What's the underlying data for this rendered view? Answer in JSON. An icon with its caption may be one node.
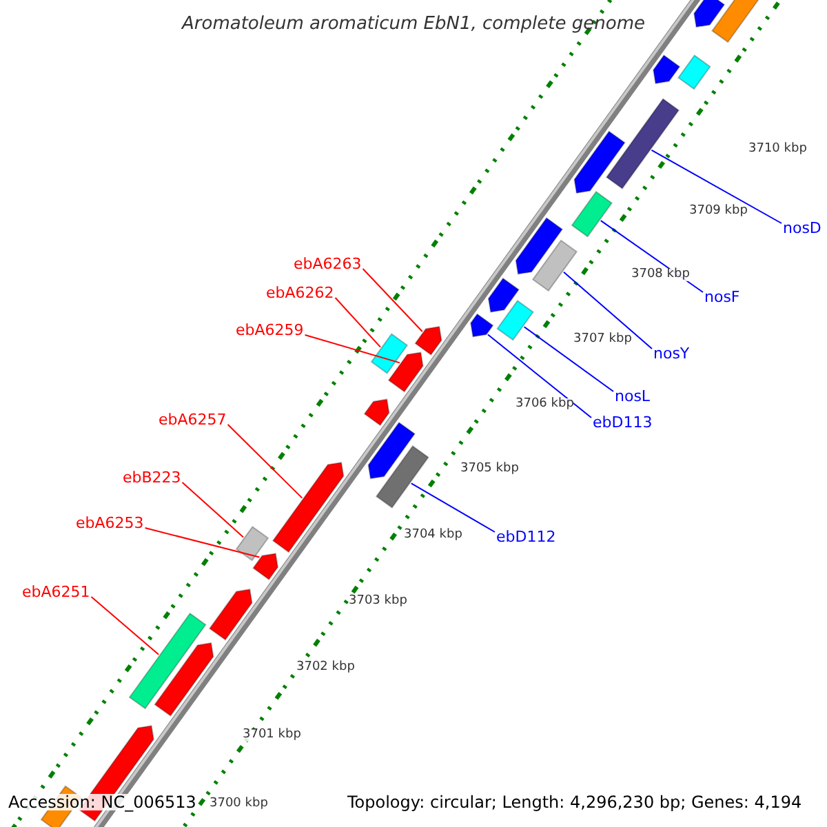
{
  "diagram": {
    "title": "Aromatoleum aromaticum EbN1, complete genome",
    "nodes": [
      {
        "text": [
          "ebA6263"
        ]
      },
      {
        "text": [
          "ebA6262"
        ]
      },
      {
        "text": [
          "ebA6259"
        ]
      },
      {
        "text": [
          "ebA6257"
        ]
      },
      {
        "text": [
          "ebB223"
        ]
      },
      {
        "text": [
          "ebA6253"
        ]
      },
      {
        "text": [
          "ebA6251"
        ]
      },
      {
        "text": [],
        "shape": "bar"
      },
      {
        "text": [],
        "shape": "bar"
      },
      {
        "text": [],
        "shape": "bar"
      },
      {
        "text": [],
        "shape": "bar"
      },
      {
        "text": [],
        "shape": "bar"
      },
      {
        "text": [],
        "shape": "bar"
      },
      {
        "text": [],
        "shape": "bar"
      },
      {
        "text": [
          "nosD"
        ]
      },
      {
        "text": [
          "nosF"
        ]
      },
      {
        "text": [
          "nosY"
        ]
      },
      {
        "text": [
          "nosL"
        ]
      },
      {
        "text": [
          "ebD113"
        ]
      },
      {
        "text": [
          "ebD112"
        ]
      },
      {
        "text": [],
        "shape": "bar"
      },
      {
        "text": [],
        "shape": "bar"
      },
      {
        "text": [],
        "shape": "bar"
      },
      {
        "text": [],
        "shape": "bar"
      },
      {
        "text": [],
        "shape": "bar"
      },
      {
        "text": [],
        "shape": "bar"
      },
      {
        "text": [],
        "shape": "bar"
      },
      {
        "text": [],
        "shape": "bar"
      },
      {
        "text": [],
        "shape": "bar"
      },
      {
        "text": [],
        "shape": "bar"
      },
      {
        "text": [],
        "shape": "bar"
      },
      {
        "text": [],
        "shape": "bar"
      },
      {
        "text": [],
        "shape": "bar"
      },
      {
        "text": [],
        "shape": "bar"
      },
      {
        "text": [],
        "shape": "bar"
      },
      {
        "text": [],
        "shape": "bar"
      },
      {
        "text": [],
        "shape": "bar"
      },
      {
        "text": [],
        "shape": "bar"
      },
      {
        "text": [],
        "shape": "bar"
      }
    ],
    "edges": [
      {
        "from": 0,
        "to": 7,
        "arrow": "none"
      },
      {
        "from": 1,
        "to": 8,
        "arrow": "none"
      },
      {
        "from": 2,
        "to": 9,
        "arrow": "none"
      },
      {
        "from": 3,
        "to": 10,
        "arrow": "none"
      },
      {
        "from": 4,
        "to": 11,
        "arrow": "none"
      },
      {
        "from": 5,
        "to": 12,
        "arrow": "none"
      },
      {
        "from": 6,
        "to": 13,
        "arrow": "none"
      },
      {
        "from": 14,
        "to": 20,
        "arrow": "none",
        "color": "#0000ff"
      },
      {
        "from": 15,
        "to": 21,
        "arrow": "none",
        "color": "#0000ff"
      },
      {
        "from": 16,
        "to": 22,
        "arrow": "none",
        "color": "#0000ff"
      },
      {
        "from": 17,
        "to": 23,
        "arrow": "none",
        "color": "#0000ff"
      },
      {
        "from": 18,
        "to": 24,
        "arrow": "none",
        "color": "#0000ff"
      },
      {
        "from": 19,
        "to": 25,
        "arrow": "none",
        "color": "#0000ff"
      }
    ],
    "labels": [
      "3710 kbp",
      "3709 kbp",
      "3708 kbp",
      "3707 kbp",
      "3706 kbp",
      "3705 kbp",
      "3704 kbp",
      "3703 kbp",
      "3702 kbp",
      "3701 kbp",
      "3700 kbp",
      "Accession: NC_006513",
      "Topology: circular; Length: 4,296,230 bp; Genes: 4,194"
    ]
  }
}
